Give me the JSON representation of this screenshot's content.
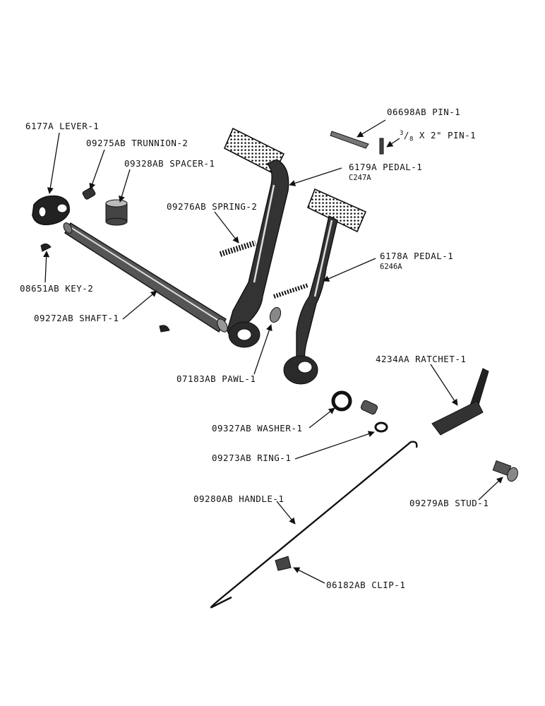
{
  "labels": {
    "lever": "6177A LEVER-1",
    "trunnion": "09275AB TRUNNION-2",
    "spacer": "09328AB SPACER-1",
    "pin1": "06698AB PIN-1",
    "pin2_num": "3",
    "pin2_den": "8",
    "pin2_rest": "X 2\" PIN-1",
    "pedal1": "6179A PEDAL-1",
    "pedal1_code": "C247A",
    "spring": "09276AB SPRING-2",
    "pedal2": "6178A PEDAL-1",
    "pedal2_code": "6246A",
    "key": "08651AB KEY-2",
    "shaft": "09272AB SHAFT-1",
    "pawl": "07183AB PAWL-1",
    "ratchet": "4234AA RATCHET-1",
    "washer": "09327AB WASHER-1",
    "ring": "09273AB RING-1",
    "stud": "09279AB STUD-1",
    "handle": "09280AB HANDLE-1",
    "clip": "06182AB CLIP-1"
  }
}
